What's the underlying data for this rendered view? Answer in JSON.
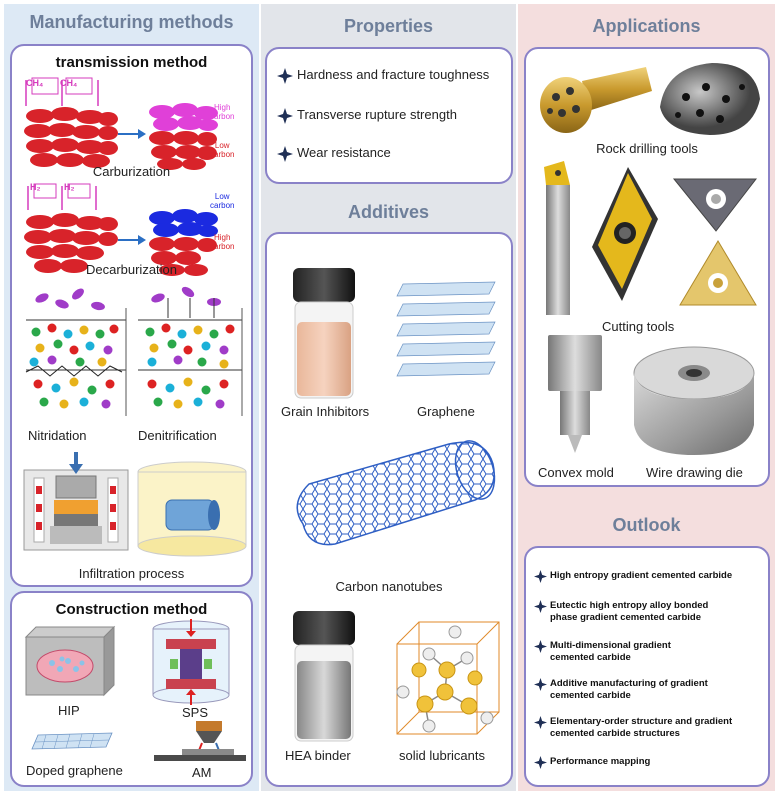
{
  "columns": {
    "manufacturing": {
      "title": "Manufacturing methods",
      "transmission": {
        "title": "transmission method",
        "carburization": {
          "label": "Carburization",
          "gas1": "CH₄",
          "gas2": "CH₄",
          "high": [
            "High",
            "carbon"
          ],
          "low": [
            "Low",
            "carbon"
          ]
        },
        "decarburization": {
          "label": "Decarburization",
          "gas1": "H₂",
          "gas2": "H₂",
          "low": [
            "Low",
            "carbon"
          ],
          "high": [
            "High",
            "carbon"
          ]
        },
        "nitridation": "Nitridation",
        "denitrification": "Denitrification",
        "infiltration": "Infiltration process"
      },
      "construction": {
        "title": "Construction method",
        "hip": "HIP",
        "sps": "SPS",
        "doped_graphene": "Doped graphene",
        "am": "AM"
      }
    },
    "properties": {
      "title": "Properties",
      "items": [
        "Hardness and fracture toughness",
        "Transverse rupture strength",
        "Wear resistance"
      ]
    },
    "additives": {
      "title": "Additives",
      "grain_inhibitors": "Grain Inhibitors",
      "graphene": "Graphene",
      "carbon_nanotubes": "Carbon nanotubes",
      "hea_binder": "HEA binder",
      "solid_lubricants": "solid lubricants"
    },
    "applications": {
      "title": "Applications",
      "rock_drilling": "Rock drilling tools",
      "cutting": "Cutting tools",
      "convex_mold": "Convex mold",
      "wire_die": "Wire drawing die"
    },
    "outlook": {
      "title": "Outlook",
      "items": [
        [
          "High entropy gradient cemented carbide"
        ],
        [
          "Eutectic high entropy alloy bonded",
          "phase gradient cemented carbide"
        ],
        [
          "Multi-dimensional gradient",
          "cemented carbide"
        ],
        [
          "Additive manufacturing of gradient",
          "cemented carbide"
        ],
        [
          "Elementary-order structure and gradient",
          "cemented carbide structures"
        ],
        [
          "Performance mapping"
        ]
      ]
    }
  },
  "colors": {
    "left_bg": "#dde9f5",
    "mid_bg": "#e2e5ea",
    "right_bg": "#f4dede",
    "box_border": "#8a82c8",
    "title": "#6e7f9a",
    "star": "#1f2f55"
  }
}
